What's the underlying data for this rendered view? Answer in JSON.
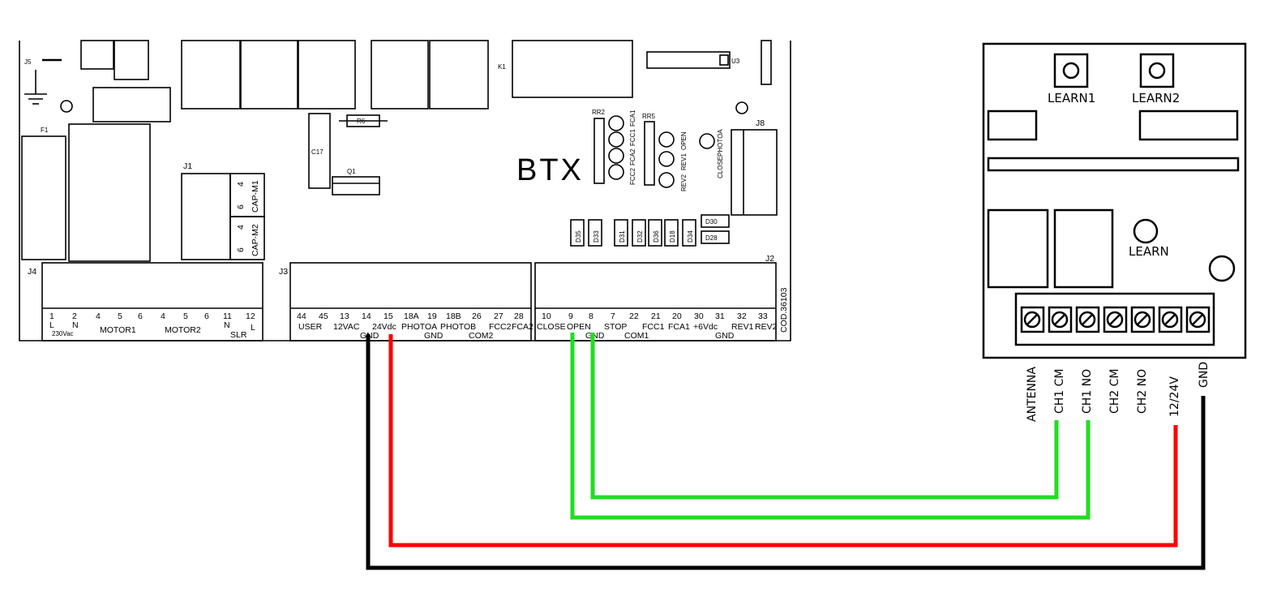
{
  "board": {
    "name": "BTX",
    "code": "COD.36103",
    "refs": {
      "j1": "J1",
      "j2": "J2",
      "j3": "J3",
      "j4": "J4",
      "j5": "J5",
      "j8": "J8",
      "f1": "F1",
      "k1": "K1",
      "u3": "U3",
      "r6": "R6",
      "c17": "C17",
      "q1": "Q1",
      "rr2": "RR2",
      "rr5": "RR5",
      "d30": "D30",
      "d28": "D28"
    },
    "j1_labels": {
      "row1_num": "4",
      "row2_num": "6",
      "cap1": "CAP-M1",
      "row3_num": "4",
      "row4_num": "6",
      "cap2": "CAP-M2"
    },
    "led_labels": [
      "FCC2",
      "FCA2",
      "FCC1",
      "FCA1",
      "REV2",
      "REV1",
      "OPEN",
      "CLOSE",
      "PHOTOA"
    ],
    "diodes": [
      "D35",
      "D33",
      "D31",
      "D32",
      "D36",
      "D18",
      "D34"
    ],
    "j4": {
      "numbers": [
        "1",
        "2",
        "4",
        "5",
        "6",
        "4",
        "5",
        "6",
        "11",
        "12"
      ],
      "sub": [
        "L",
        "N",
        "N",
        "L"
      ],
      "power": "230Vac",
      "motor1": "MOTOR1",
      "motor2": "MOTOR2",
      "slr": "SLR"
    },
    "j3": {
      "numbers": [
        "44",
        "45",
        "13",
        "14",
        "15",
        "18A",
        "19",
        "18B",
        "26",
        "27",
        "28"
      ],
      "labels": [
        "USER",
        "12VAC",
        "24Vdc",
        "PHOTOA",
        "PHOTOB",
        "FCC2",
        "FCA2"
      ],
      "sub": [
        "GND",
        "GND",
        "COM2"
      ]
    },
    "j2": {
      "numbers": [
        "10",
        "9",
        "8",
        "7",
        "22",
        "21",
        "20",
        "30",
        "31",
        "32",
        "33"
      ],
      "labels": [
        "CLOSE",
        "OPEN",
        "STOP",
        "FCC1",
        "FCA1",
        "+6Vdc",
        "REV1",
        "REV2"
      ],
      "sub": [
        "GND",
        "COM1",
        "GND"
      ]
    }
  },
  "receiver": {
    "learn1": "LEARN1",
    "learn2": "LEARN2",
    "learn": "LEARN",
    "terminals": [
      "ANTENNA",
      "CH1 CM",
      "CH1 NO",
      "CH2 CM",
      "CH2 NO",
      "12/24V",
      "GND"
    ]
  },
  "wires": {
    "colors": {
      "black": "#000000",
      "red": "#ff0000",
      "green": "#22dd22"
    },
    "connections": [
      {
        "from": "14 GND",
        "to": "GND",
        "color": "black"
      },
      {
        "from": "15 24Vdc",
        "to": "12/24V",
        "color": "red"
      },
      {
        "from": "9 OPEN",
        "to": "CH1 NO",
        "color": "green"
      },
      {
        "from": "8 GND",
        "to": "CH1 CM",
        "color": "green"
      }
    ]
  }
}
